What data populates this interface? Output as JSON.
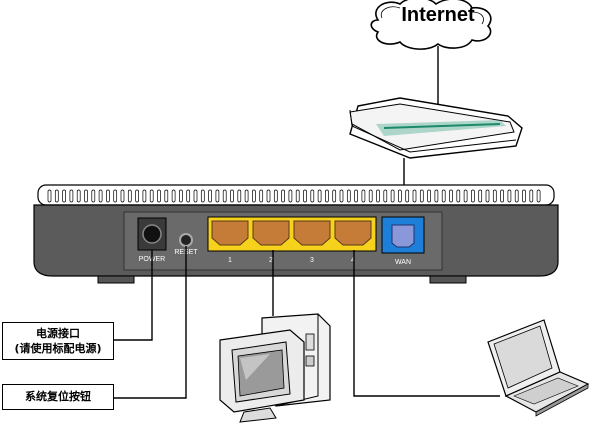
{
  "cloud": {
    "label": "Internet"
  },
  "router_ports": {
    "power": "POWER",
    "reset": "RESET",
    "lan": [
      "1",
      "2",
      "3",
      "4"
    ],
    "wan": "WAN"
  },
  "callouts": {
    "power_line1": "电源接口",
    "power_line2": "(请使用标配电源)",
    "reset": "系统复位按钮"
  },
  "colors": {
    "lan_port_bg": "#f7d21c",
    "lan_port_inner": "#c47c38",
    "wan_port_bg": "#1e7fd9",
    "wan_port_inner": "#8a97d8",
    "router_body": "#5b5b5b"
  },
  "icons": [
    "cloud-icon",
    "modem-icon",
    "desktop-computer-icon",
    "laptop-icon"
  ]
}
